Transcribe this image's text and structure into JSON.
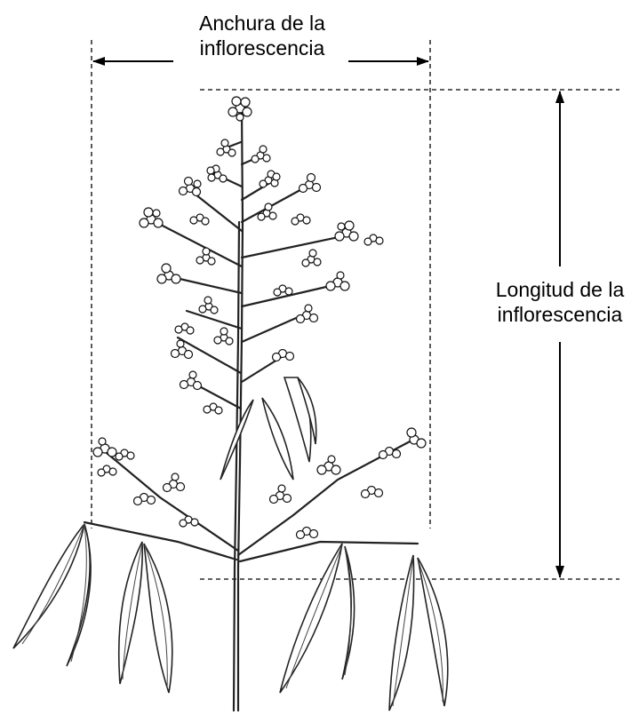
{
  "labels": {
    "width_line1": "Anchura de la",
    "width_line2": "inflorescencia",
    "length_line1": "Longitud de la",
    "length_line2": "inflorescencia"
  }
}
